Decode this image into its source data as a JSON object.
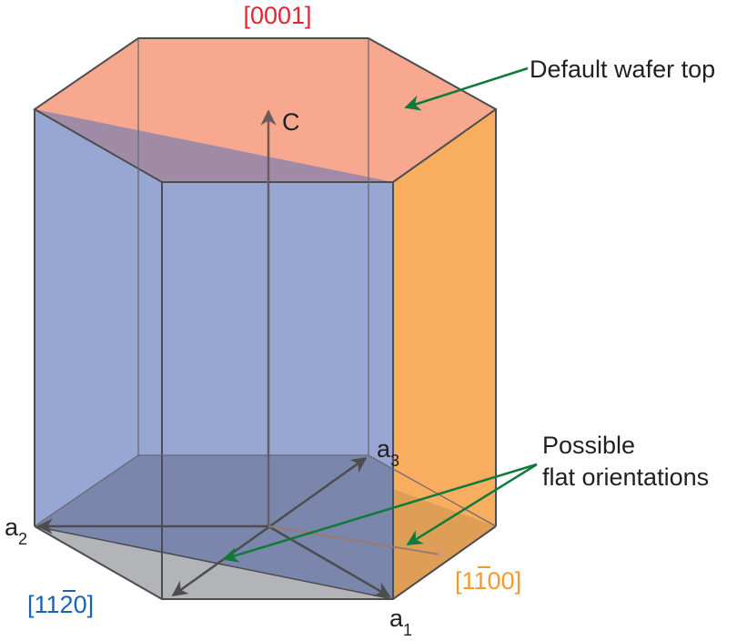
{
  "colors": {
    "top_face": "#f7a88e",
    "blue_plane": "#8f9fd0",
    "orange_face": "#f9ad5e",
    "bottom_gray": "#b3b4b7",
    "edge": "#4d4d4f",
    "green_arrow": "#0f7a3a",
    "red_label": "#e32531",
    "blue_label": "#1b62b0",
    "orange_label": "#f79a2e"
  },
  "labels": {
    "top_direction": "[0001]",
    "c_axis": "C",
    "default_wafer_top": "Default wafer top",
    "possible_flat_line1": "Possible",
    "possible_flat_line2": "flat orientations",
    "a1": "a",
    "a1_sub": "1",
    "a2": "a",
    "a2_sub": "2",
    "a3": "a",
    "a3_sub": "3",
    "dir_1120": {
      "pre": "[11",
      "bar": "2",
      "post": "0]"
    },
    "dir_1100": {
      "pre": "[1",
      "bar": "1",
      "post": "00]"
    }
  }
}
